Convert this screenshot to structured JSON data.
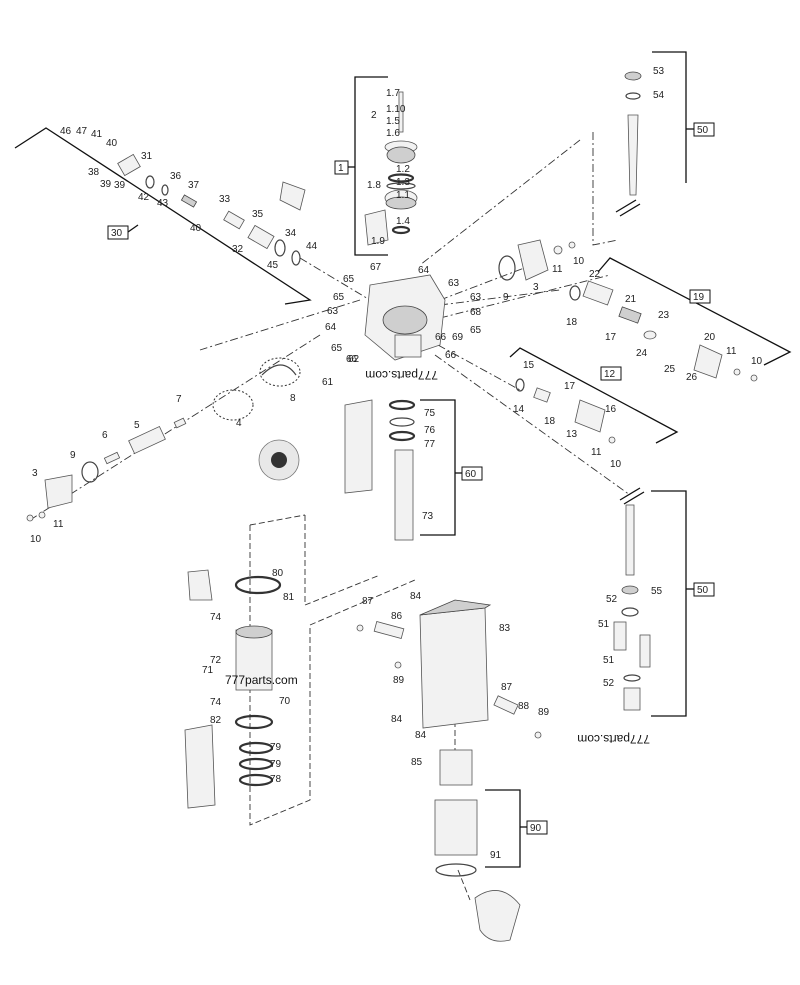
{
  "watermarks": [
    {
      "text": "777parts.com",
      "rotate": 180
    },
    {
      "text": "777parts.com",
      "rotate": 0
    },
    {
      "text": "777parts.com",
      "rotate": 180
    }
  ],
  "boxed_labels": [
    "1",
    "30",
    "50",
    "19",
    "12",
    "60",
    "50",
    "90"
  ],
  "callouts": [
    "1.7",
    "2",
    "1.10",
    "1.5",
    "1.6",
    "1.2",
    "1.8",
    "1.3",
    "1.1",
    "1.4",
    "1.9",
    "46",
    "47",
    "41",
    "40",
    "31",
    "38",
    "39",
    "39",
    "42",
    "43",
    "36",
    "37",
    "33",
    "40",
    "32",
    "35",
    "34",
    "44",
    "45",
    "53",
    "54",
    "67",
    "65",
    "64",
    "63",
    "65",
    "63",
    "63",
    "68",
    "64",
    "65",
    "66",
    "69",
    "65",
    "66",
    "66",
    "62",
    "61",
    "9",
    "3",
    "11",
    "10",
    "22",
    "18",
    "21",
    "17",
    "23",
    "24",
    "20",
    "25",
    "26",
    "11",
    "10",
    "15",
    "17",
    "14",
    "18",
    "16",
    "13",
    "11",
    "10",
    "7",
    "8",
    "4",
    "5",
    "6",
    "9",
    "3",
    "11",
    "10",
    "75",
    "76",
    "77",
    "73",
    "80",
    "81",
    "74",
    "72",
    "71",
    "74",
    "70",
    "82",
    "79",
    "79",
    "78",
    "84",
    "83",
    "87",
    "86",
    "89",
    "87",
    "84",
    "88",
    "89",
    "84",
    "85",
    "91",
    "55",
    "52",
    "51",
    "51",
    "52"
  ]
}
